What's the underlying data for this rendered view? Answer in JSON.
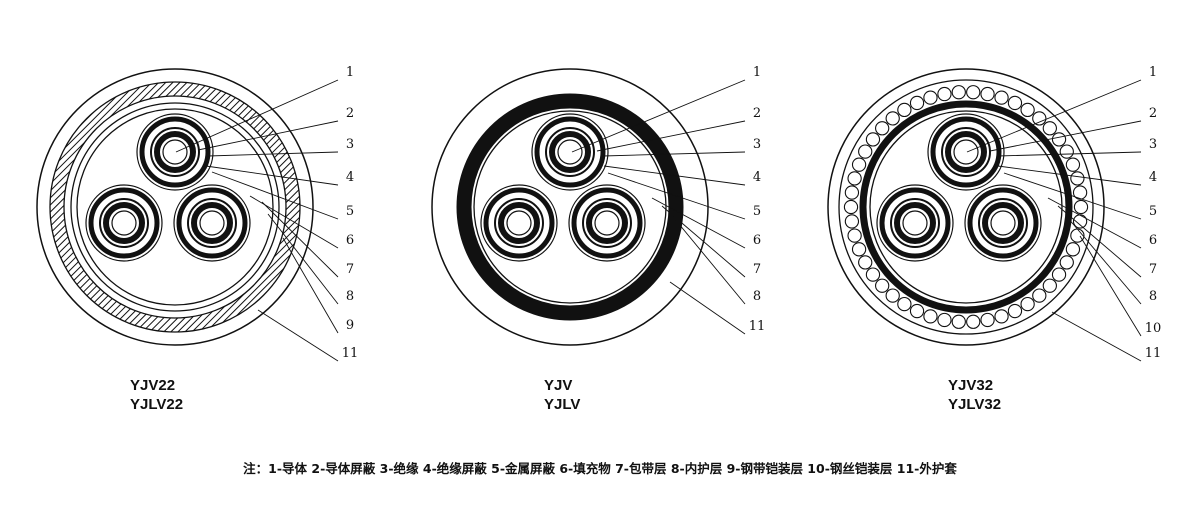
{
  "cables": [
    {
      "id": "yjv22",
      "titles": [
        "YJV22",
        "YJLV22"
      ],
      "callouts": [
        "1",
        "2",
        "3",
        "4",
        "5",
        "6",
        "7",
        "8",
        "9",
        "11"
      ]
    },
    {
      "id": "yjv",
      "titles": [
        "YJV",
        "YJLV"
      ],
      "callouts": [
        "1",
        "2",
        "3",
        "4",
        "5",
        "6",
        "7",
        "8",
        "11"
      ]
    },
    {
      "id": "yjv32",
      "titles": [
        "YJV32",
        "YJLV32"
      ],
      "callouts": [
        "1",
        "2",
        "3",
        "4",
        "5",
        "6",
        "7",
        "8",
        "10",
        "11"
      ]
    }
  ],
  "legend": "注：1-导体 2-导体屏蔽 3-绝缘 4-绝缘屏蔽 5-金属屏蔽 6-填充物 7-包带层 8-内护层 9-钢带铠装层 10-钢丝铠装层 11-外护套",
  "colors": {
    "ink": "#111111",
    "background": "#ffffff"
  }
}
